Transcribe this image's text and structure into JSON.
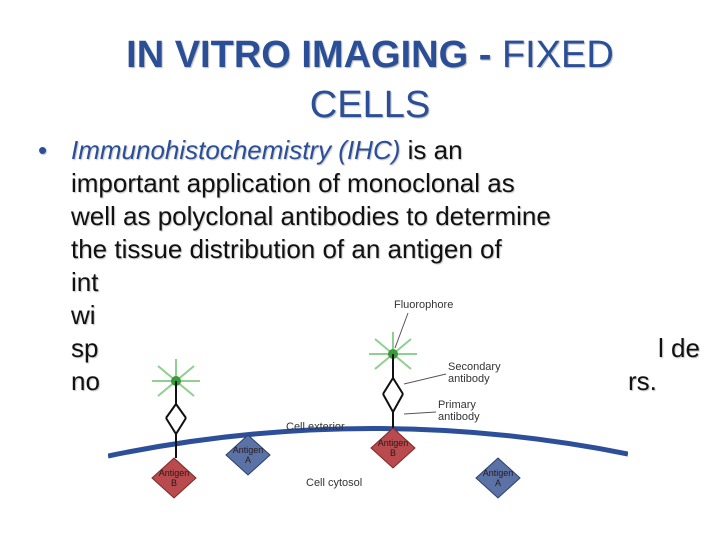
{
  "slide": {
    "title_strong": "IN VITRO IMAGING -",
    "title_light": "FIXED CELLS",
    "bullet_symbol": "•",
    "body": {
      "line1_em": "Immunohistochemistry (IHC)",
      "line1_rest": " is an",
      "line2": "important application of monoclonal as",
      "line3": "well as polyclonal antibodies to determine",
      "line4": "the tissue distribution of an antigen of",
      "line5_start": "int",
      "line6_start": "wi",
      "line7_start": "sp",
      "line7_end": "l de",
      "line8_start": "no",
      "line8_end": "rs."
    }
  },
  "diagram": {
    "labels": {
      "fluorophore": "Fluorophore",
      "secondary": "Secondary\nantibody",
      "primary": "Primary\nantibody",
      "cell_exterior": "Cell exterior",
      "cell_cytosol": "Cell cytosol"
    },
    "antigens": [
      {
        "name": "Antigen\nB",
        "color": "#b94a4d"
      },
      {
        "name": "Antigen\nA",
        "color": "#5b72a6"
      },
      {
        "name": "Antigen\nB",
        "color": "#b94a4d"
      },
      {
        "name": "Antigen\nA",
        "color": "#5b72a6"
      }
    ],
    "colors": {
      "membrane": "#2d4f9a",
      "fluorophore": "#3a9a3a",
      "rays": "#8fcf8f",
      "antibody": "#111111"
    }
  }
}
